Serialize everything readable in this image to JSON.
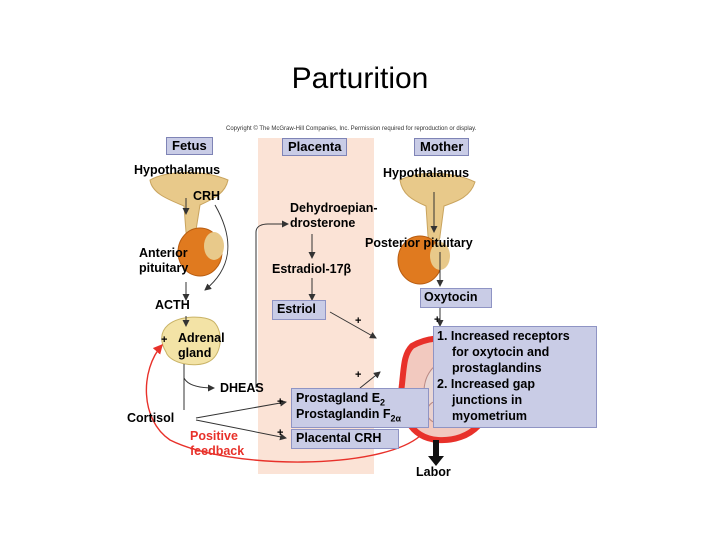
{
  "title": "Parturition",
  "copyright": "Copyright © The McGraw-Hill Companies, Inc. Permission required for reproduction or display.",
  "headers": {
    "fetus": "Fetus",
    "placenta": "Placenta",
    "mother": "Mother"
  },
  "fetus": {
    "hypothalamus": "Hypothalamus",
    "crh": "CRH",
    "anterior_pituitary": [
      "Anterior",
      "pituitary"
    ],
    "acth": "ACTH",
    "adrenal_gland": [
      "Adrenal",
      "gland"
    ],
    "dheas": "DHEAS",
    "cortisol": "Cortisol",
    "positive_feedback": [
      "Positive",
      "feedback"
    ]
  },
  "placenta": {
    "dhea": [
      "Dehydroepian-",
      "drosterone"
    ],
    "estradiol": "Estradiol-17β",
    "estriol": "Estriol",
    "prostaglandins": [
      "Prostagland E",
      "Prostaglandin F"
    ],
    "pg_sub1": "2",
    "pg_sub2": "2α",
    "placental_crh": "Placental CRH"
  },
  "mother": {
    "hypothalamus": "Hypothalamus",
    "posterior_pituitary": "Posterior pituitary",
    "oxytocin": "Oxytocin",
    "effects": [
      "1. Increased receptors",
      "for oxytocin and",
      "prostaglandins",
      "2. Increased gap",
      "junctions in",
      "myometrium"
    ],
    "labor": "Labor"
  },
  "plus_symbol": "+",
  "colors": {
    "placenta_band": "#fbe3d6",
    "box_fill": "#c9cce6",
    "feedback_red": "#e8312a",
    "gland_tan": "#e8c98a",
    "gland_orange": "#e07a1f"
  }
}
